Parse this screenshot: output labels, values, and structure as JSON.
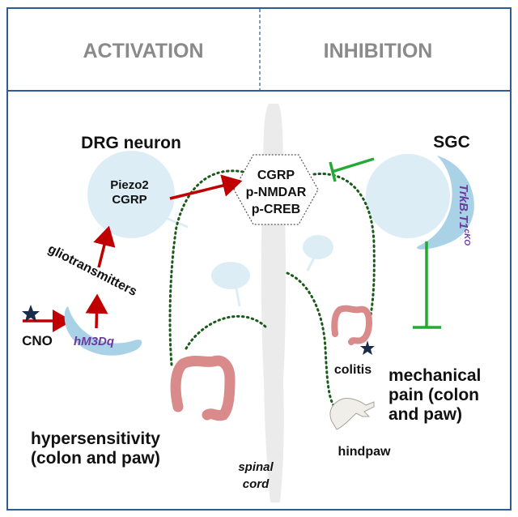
{
  "headers": {
    "activation": "ACTIVATION",
    "inhibition": "INHIBITION"
  },
  "labels": {
    "drg_neuron": "DRG neuron",
    "piezo2": "Piezo2",
    "cgrp_drg": "CGRP",
    "gliotransmitters": "gliotransmitters",
    "cno": "CNO",
    "hm3dq": "hM3Dq",
    "hex_cgrp": "CGRP",
    "hex_pnmdar": "p-NMDAR",
    "hex_pcreb": "p-CREB",
    "sgc": "SGC",
    "trkb_base": "TrkB.T1",
    "trkb_sup": "cKO",
    "colitis": "colitis",
    "hindpaw": "hindpaw",
    "spinal": "spinal",
    "cord": "cord",
    "hyper_line1": "hypersensitivity",
    "hyper_line2": "(colon and paw)",
    "mech_line1": "mechanical",
    "mech_line2": "pain (colon",
    "mech_line3": "and paw)"
  },
  "colors": {
    "frame": "#2e5a95",
    "header_text": "#8a8a8a",
    "cell_fill": "#dcedf5",
    "crescent_fill": "#a9d2e6",
    "activation_arrow": "#c00000",
    "inhibition_arrow": "#22aa33",
    "dotted_nerve": "#1a5a1a",
    "purple_text": "#6a3aa0",
    "colon": "#d98a8a",
    "star": "#1c2b4a"
  }
}
